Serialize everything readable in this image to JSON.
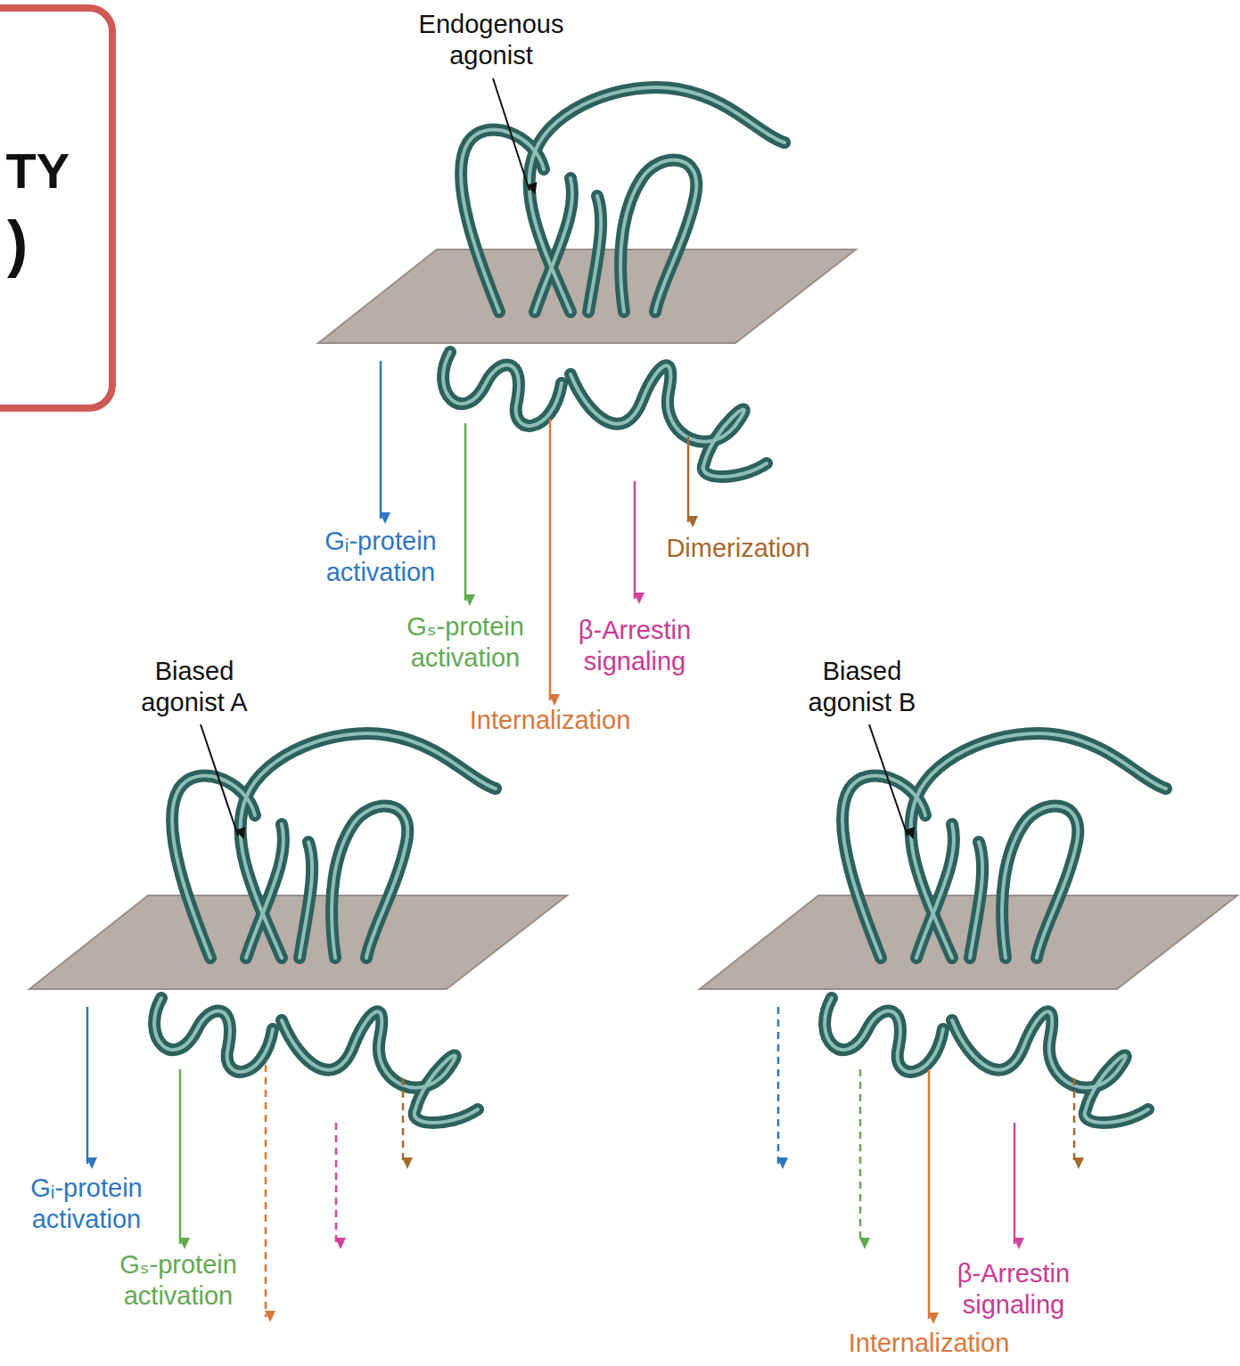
{
  "diagram": {
    "nodes": [
      {
        "text": [
          "TY",
          ")"
        ]
      }
    ],
    "labels": [
      "Endogenous agonist",
      "Gᵢ-protein activation",
      "Gₛ-protein activation",
      "β-Arrestin signaling",
      "Internalization",
      "Dimerization",
      "Biased agonist A",
      "Biased agonist B",
      "Gᵢ-protein activation",
      "Gₛ-protein activation",
      "β-Arrestin signaling",
      "Internalization"
    ]
  }
}
